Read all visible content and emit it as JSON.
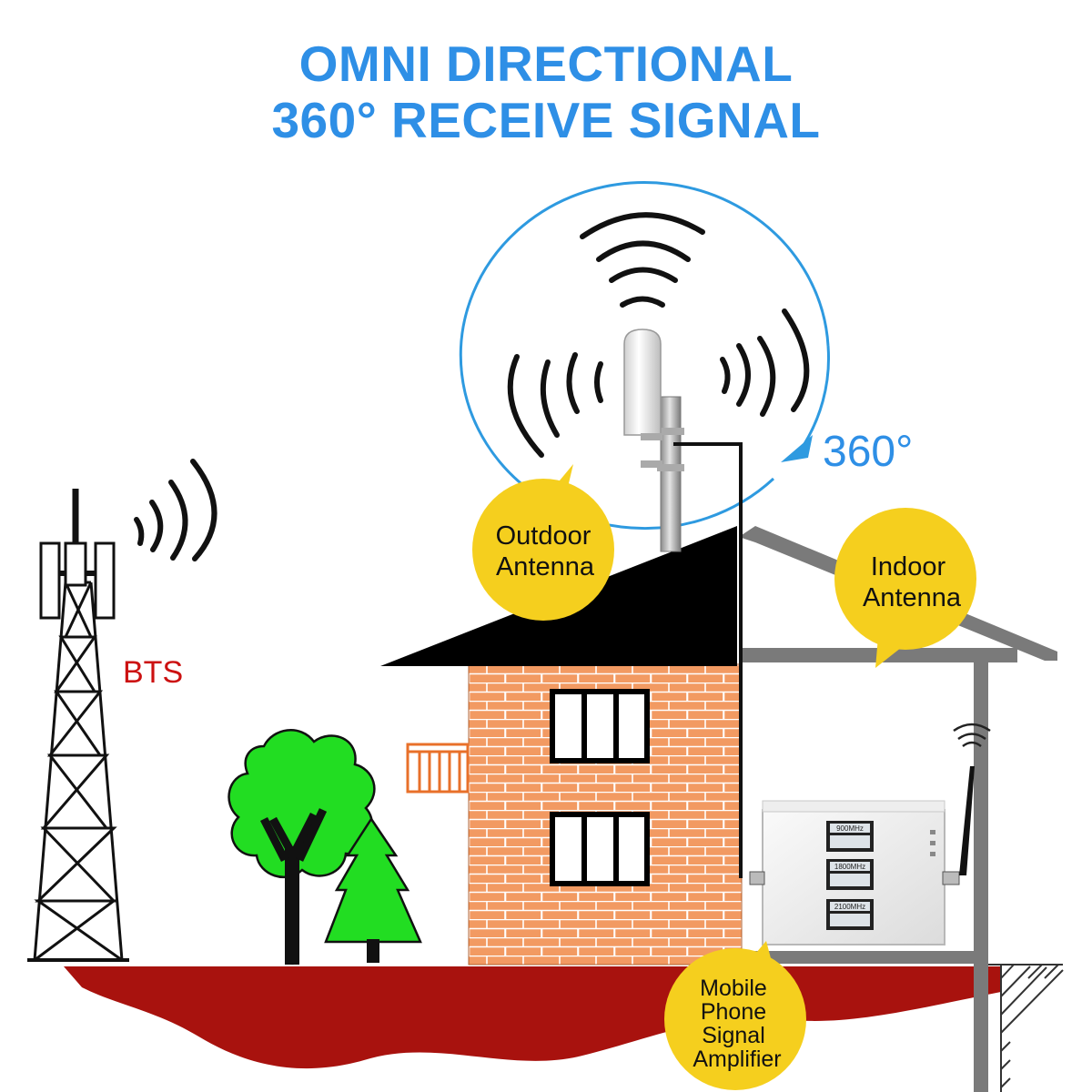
{
  "header": {
    "line1": "OMNI DIRECTIONAL",
    "line2": "360° RECEIVE SIGNAL"
  },
  "labels": {
    "rotation": "360°",
    "bts": "BTS",
    "outdoor_antenna": [
      "Outdoor",
      "Antenna"
    ],
    "indoor_antenna": [
      "Indoor",
      "Antenna"
    ],
    "amplifier": [
      "Mobile",
      "Phone",
      "Signal",
      "Amplifier"
    ]
  },
  "amplifier_panels": [
    "900MHz",
    "1800MHz",
    "2100MHz"
  ],
  "colors": {
    "title": "#2e8fe6",
    "rotation_circle": "#2e9ae0",
    "bts_label": "#cc1111",
    "callout": "#f5cf1e",
    "ground": "#a8120e",
    "brick": "#f29a62",
    "roof": "#000000",
    "tree": "#22dd22",
    "frame": "#7a7a7a"
  }
}
